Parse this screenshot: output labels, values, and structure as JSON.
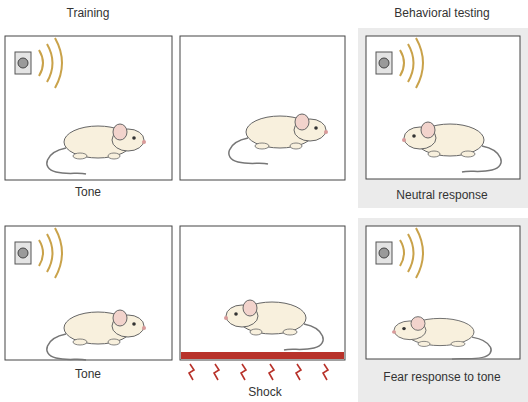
{
  "diagram": {
    "labels": [
      "Training",
      "Behavioral testing",
      "Tone",
      "Neutral response",
      "Tone",
      "Shock",
      "Fear response to tone"
    ]
  }
}
